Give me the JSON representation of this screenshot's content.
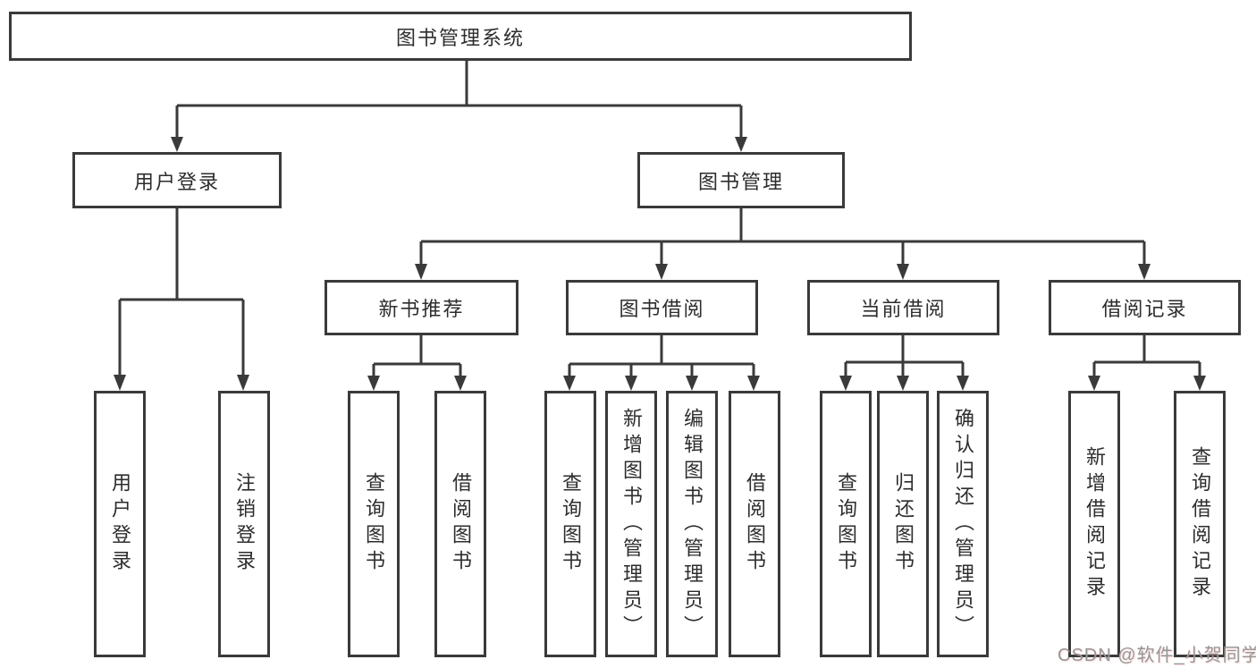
{
  "diagram": {
    "root": {
      "label": "图书管理系统"
    },
    "level2": [
      {
        "label": "用户登录"
      },
      {
        "label": "图书管理"
      }
    ],
    "level3": [
      {
        "parent": "图书管理",
        "label": "新书推荐"
      },
      {
        "parent": "图书管理",
        "label": "图书借阅"
      },
      {
        "parent": "图书管理",
        "label": "当前借阅"
      },
      {
        "parent": "图书管理",
        "label": "借阅记录"
      }
    ],
    "leaves": [
      {
        "parent": "用户登录",
        "label": "用户登录"
      },
      {
        "parent": "用户登录",
        "label": "注销登录"
      },
      {
        "parent": "新书推荐",
        "label": "查询图书"
      },
      {
        "parent": "新书推荐",
        "label": "借阅图书"
      },
      {
        "parent": "图书借阅",
        "label": "查询图书"
      },
      {
        "parent": "图书借阅",
        "label": "新增图书（管理员）"
      },
      {
        "parent": "图书借阅",
        "label": "编辑图书（管理员）"
      },
      {
        "parent": "图书借阅",
        "label": "借阅图书"
      },
      {
        "parent": "当前借阅",
        "label": "查询图书"
      },
      {
        "parent": "当前借阅",
        "label": "归还图书"
      },
      {
        "parent": "当前借阅",
        "label": "确认归还（管理员）"
      },
      {
        "parent": "借阅记录",
        "label": "新增借阅记录"
      },
      {
        "parent": "借阅记录",
        "label": "查询借阅记录"
      }
    ]
  },
  "watermark": {
    "text": "CSDN @软件_小贺同学"
  },
  "colors": {
    "line": "#3a3a3a",
    "box_border": "#3a3a3a",
    "text": "#2d2d2d",
    "watermark": "#969696",
    "background": "#ffffff"
  }
}
